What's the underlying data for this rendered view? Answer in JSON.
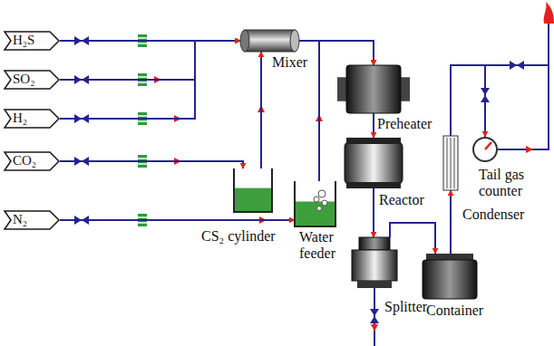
{
  "diagram": {
    "nodes": [
      {
        "text": [
          "H₂S"
        ]
      },
      {
        "text": [
          "SO₂"
        ]
      },
      {
        "text": [
          "H₂"
        ]
      },
      {
        "text": [
          "CO₂"
        ]
      },
      {
        "text": [
          "N₂"
        ]
      },
      {
        "text": [
          "Mixer"
        ]
      },
      {
        "text": [
          "CS₂ cylinder"
        ]
      },
      {
        "text": [
          "Water feeder"
        ]
      },
      {
        "text": [
          "Preheater"
        ]
      },
      {
        "text": [
          "Reactor"
        ]
      },
      {
        "text": [
          "Splitter"
        ]
      },
      {
        "text": [
          "Container"
        ]
      },
      {
        "text": [
          "Condenser"
        ]
      },
      {
        "text": [
          "Tail gas counter"
        ]
      }
    ],
    "edges": [
      {
        "from": 0,
        "to": 5,
        "arrow": "to"
      },
      {
        "from": 1,
        "to": 5,
        "arrow": "to"
      },
      {
        "from": 2,
        "to": 5,
        "arrow": "to"
      },
      {
        "from": 3,
        "to": 6,
        "arrow": "to"
      },
      {
        "from": 4,
        "to": 7,
        "arrow": "to"
      },
      {
        "from": 6,
        "to": 5,
        "arrow": "to"
      },
      {
        "from": 5,
        "to": 8,
        "arrow": "to"
      },
      {
        "from": 7,
        "to": 8,
        "arrow": "to"
      },
      {
        "from": 8,
        "to": 9,
        "arrow": "to"
      },
      {
        "from": 9,
        "to": 10,
        "arrow": "to"
      },
      {
        "from": 10,
        "to": 11,
        "arrow": "to"
      },
      {
        "from": 11,
        "to": 12,
        "arrow": "to"
      },
      {
        "from": 12,
        "to": 13,
        "arrow": "to"
      }
    ]
  }
}
